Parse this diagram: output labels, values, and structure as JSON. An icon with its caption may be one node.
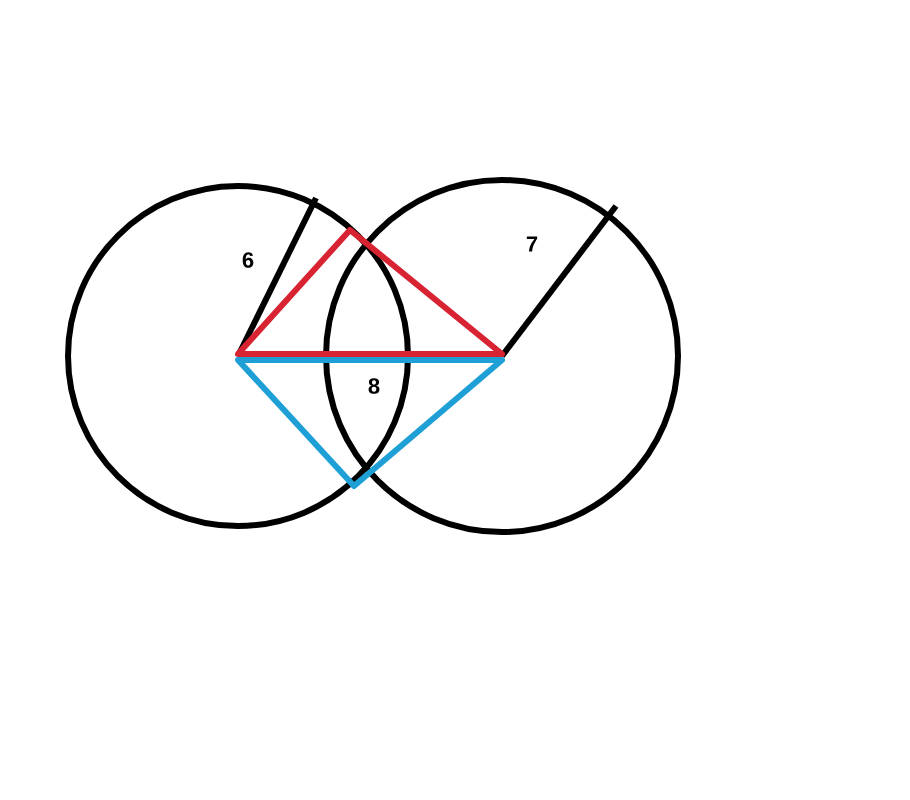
{
  "diagram": {
    "labels": [
      "6",
      "7",
      "8"
    ]
  }
}
